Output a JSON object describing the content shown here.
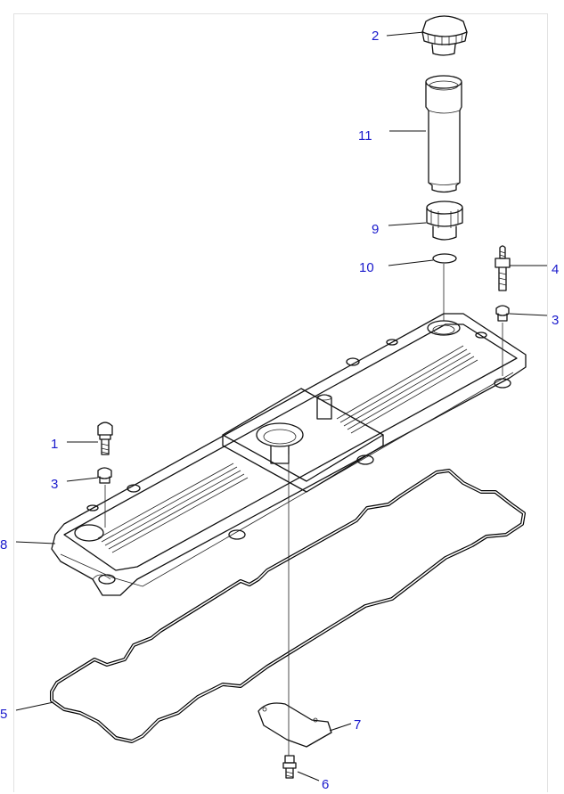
{
  "diagram": {
    "label_color": "#1a1acc",
    "callouts": [
      {
        "id": "callout-2",
        "text": "2"
      },
      {
        "id": "callout-11",
        "text": "11"
      },
      {
        "id": "callout-9",
        "text": "9"
      },
      {
        "id": "callout-10",
        "text": "10"
      },
      {
        "id": "callout-4",
        "text": "4"
      },
      {
        "id": "callout-3-right",
        "text": "3"
      },
      {
        "id": "callout-1",
        "text": "1"
      },
      {
        "id": "callout-3-left",
        "text": "3"
      },
      {
        "id": "callout-8",
        "text": "8"
      },
      {
        "id": "callout-5",
        "text": "5"
      },
      {
        "id": "callout-7",
        "text": "7"
      },
      {
        "id": "callout-6",
        "text": "6"
      }
    ]
  }
}
